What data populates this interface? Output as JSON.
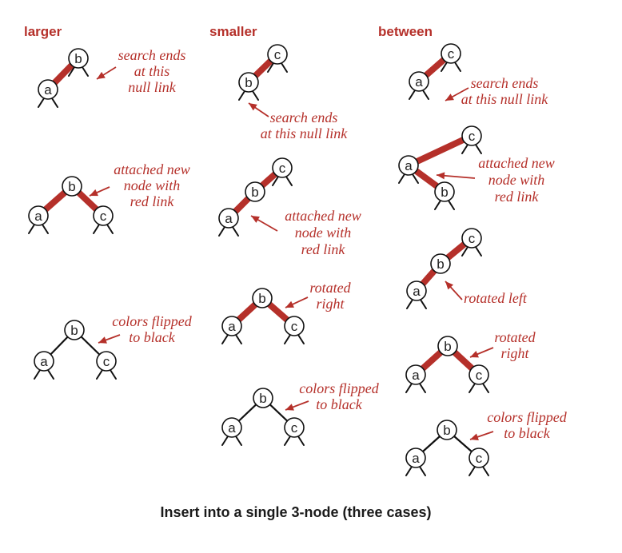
{
  "columns": [
    {
      "header": "larger"
    },
    {
      "header": "smaller"
    },
    {
      "header": "between"
    }
  ],
  "caption": "Insert into a single 3-node (three cases)",
  "nodes": {
    "a": "a",
    "b": "b",
    "c": "c"
  },
  "notes": {
    "larger_1": [
      "search ends",
      "at this",
      "null link"
    ],
    "larger_2": [
      "attached new",
      "node with",
      "red link"
    ],
    "larger_3": [
      "colors flipped",
      "to black"
    ],
    "smaller_1": [
      "search ends",
      "at this null link"
    ],
    "smaller_2": [
      "attached new",
      "node with",
      "red link"
    ],
    "smaller_3": [
      "rotated",
      "right"
    ],
    "smaller_4": [
      "colors flipped",
      "to black"
    ],
    "between_1": [
      "search ends",
      "at this null link"
    ],
    "between_2": [
      "attached new",
      "node with",
      "red link"
    ],
    "between_3": [
      "rotated left"
    ],
    "between_4": [
      "rotated",
      "right"
    ],
    "between_5": [
      "colors flipped",
      "to black"
    ]
  },
  "colors": {
    "accent": "#b5302a",
    "ink": "#111111"
  }
}
